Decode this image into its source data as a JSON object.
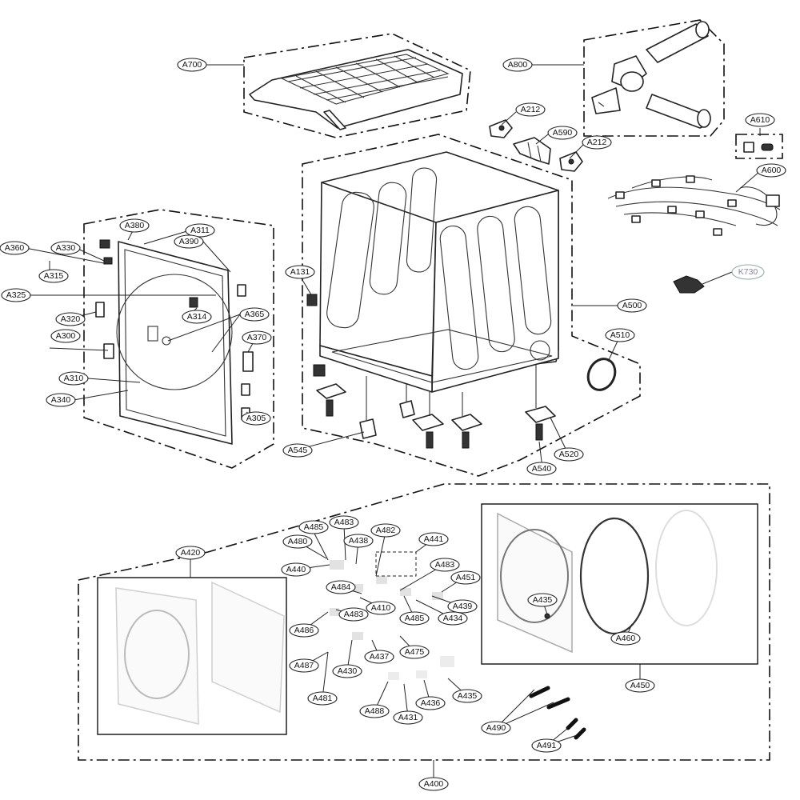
{
  "labels": {
    "a700": "A700",
    "a800": "A800",
    "a212_1": "A212",
    "a212_2": "A212",
    "a590": "A590",
    "a610": "A610",
    "a600": "A600",
    "k730": "K730",
    "a131": "A131",
    "a500": "A500",
    "a510": "A510",
    "a545": "A545",
    "a540": "A540",
    "a520": "A520",
    "a380": "A380",
    "a360": "A360",
    "a330": "A330",
    "a311": "A311",
    "a390": "A390",
    "a315": "A315",
    "a325": "A325",
    "a320": "A320",
    "a314": "A314",
    "a365": "A365",
    "a300": "A300",
    "a370": "A370",
    "a310": "A310",
    "a340": "A340",
    "a305": "A305",
    "a485_1": "A485",
    "a483_1": "A483",
    "a482": "A482",
    "a438": "A438",
    "a480": "A480",
    "a441": "A441",
    "a440": "A440",
    "a483_2": "A483",
    "a451": "A451",
    "a484": "A484",
    "a439": "A439",
    "a410": "A410",
    "a435_1": "A435",
    "a434": "A434",
    "a483_3": "A483",
    "a485_2": "A485",
    "a486": "A486",
    "a475": "A475",
    "a437": "A437",
    "a487": "A487",
    "a430": "A430",
    "a460": "A460",
    "a450": "A450",
    "a481": "A481",
    "a436": "A436",
    "a435_2": "A435",
    "a488": "A488",
    "a431": "A431",
    "a490": "A490",
    "a491": "A491",
    "a420": "A420",
    "a400": "A400"
  }
}
